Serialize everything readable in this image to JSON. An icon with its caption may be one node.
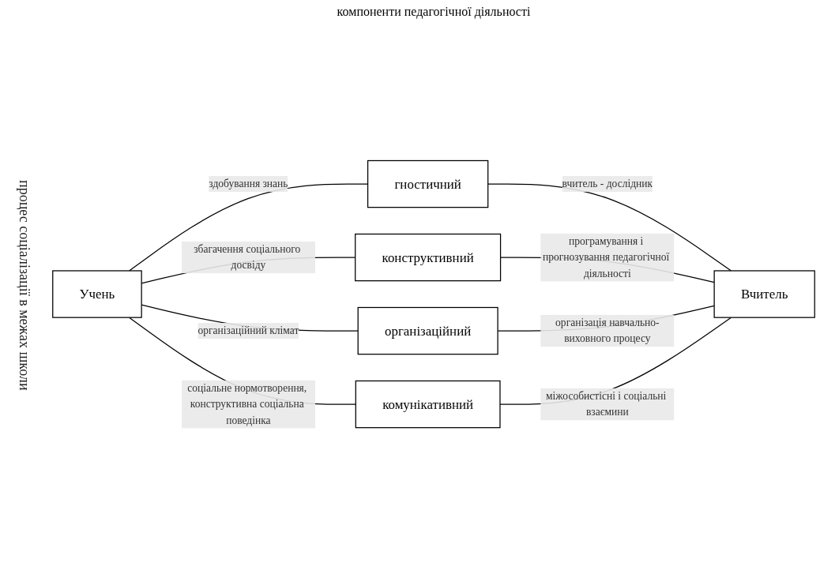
{
  "diagram": {
    "title": "компоненти педагогічної діяльності",
    "nodes": [
      {
        "text": [
          "гностичний"
        ]
      },
      {
        "text": [
          "конструктивний"
        ]
      },
      {
        "text": [
          "Учень"
        ]
      },
      {
        "text": [
          "Вчитель"
        ]
      },
      {
        "text": [
          "організаційний"
        ]
      },
      {
        "text": [
          "комунікативний"
        ]
      }
    ],
    "edges": [
      {
        "from": 2,
        "to": 0,
        "arrow": "none",
        "label": "здобування знань"
      },
      {
        "from": 2,
        "to": 1,
        "arrow": "none",
        "label": "збагачення соціального досвіду"
      },
      {
        "from": 2,
        "to": 4,
        "arrow": "none",
        "label": "організаційний клімат"
      },
      {
        "from": 2,
        "to": 5,
        "arrow": "none",
        "label": "соціальне нормотворення, конструктивна соціальна поведінка"
      },
      {
        "from": 0,
        "to": 3,
        "arrow": "none",
        "label": "вчитель - дослідник"
      },
      {
        "from": 1,
        "to": 3,
        "arrow": "none",
        "label": "програмування і прогнозування педагогічної діяльності"
      },
      {
        "from": 4,
        "to": 3,
        "arrow": "none",
        "label": "організація навчально-виховного процесу"
      },
      {
        "from": 5,
        "to": 3,
        "arrow": "none",
        "label": "міжособистісні і соціальні взаємини"
      }
    ],
    "labels": [
      "процес соціалізації в межах школи"
    ]
  }
}
